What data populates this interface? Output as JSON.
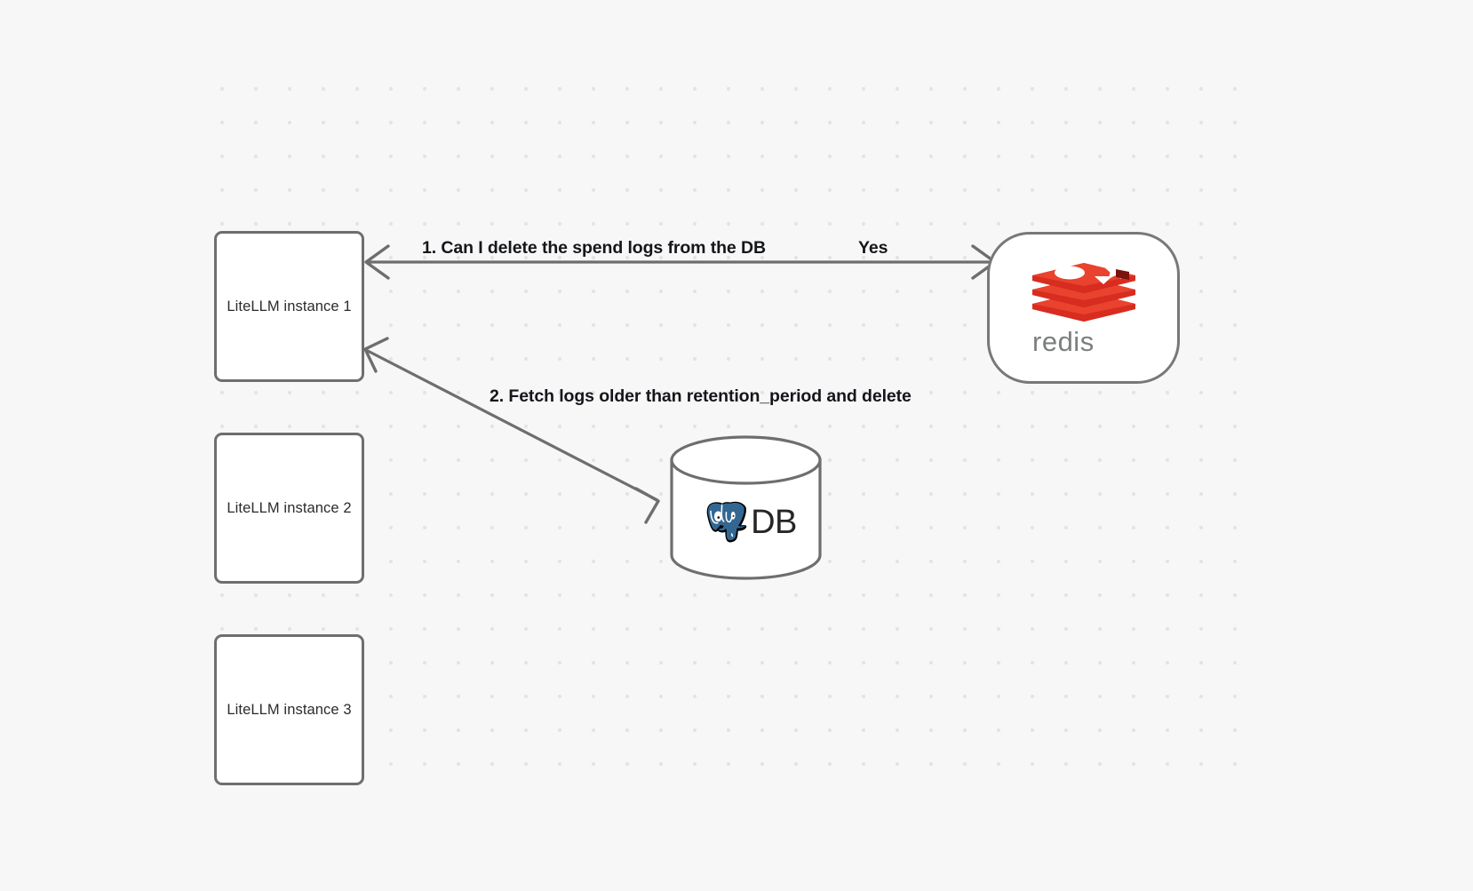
{
  "canvas": {
    "background_color": "#f7f7f8",
    "dot_color": "#e4e4e6"
  },
  "nodes": [
    {
      "id": "litellm-1",
      "label": "LiteLLM instance 1",
      "shape": "rounded-rect",
      "border_color": "#6e6e6e",
      "fill": "#ffffff"
    },
    {
      "id": "litellm-2",
      "label": "LiteLLM instance 2",
      "shape": "rounded-rect",
      "border_color": "#6e6e6e",
      "fill": "#ffffff"
    },
    {
      "id": "litellm-3",
      "label": "LiteLLM instance 3",
      "shape": "rounded-rect",
      "border_color": "#6e6e6e",
      "fill": "#ffffff"
    },
    {
      "id": "redis",
      "label": "redis",
      "shape": "stadium",
      "icon": "redis-logo-icon",
      "brand_color": "#d82c20",
      "wordmark_color": "#7b7f7e",
      "border_color": "#787878",
      "fill": "#ffffff"
    },
    {
      "id": "db",
      "label": "DB",
      "shape": "cylinder",
      "icon": "postgresql-elephant-icon",
      "icon_color": "#336791",
      "border_color": "#6e6e6e",
      "fill": "#ffffff"
    }
  ],
  "edges": [
    {
      "id": "edge-1",
      "from": "litellm-1",
      "to": "redis",
      "direction": "bidirectional",
      "label": "1.  Can I delete the spend logs from the DB",
      "reply_label": "Yes",
      "stroke_color": "#6e6e6e"
    },
    {
      "id": "edge-2",
      "from": "litellm-1",
      "to": "db",
      "direction": "bidirectional",
      "label": "2.  Fetch logs older than retention_period and delete",
      "stroke_color": "#6e6e6e"
    }
  ]
}
